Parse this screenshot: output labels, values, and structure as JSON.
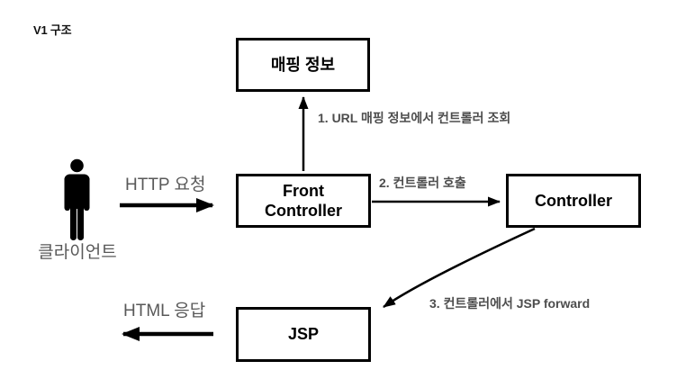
{
  "title": "V1 구조",
  "actor": {
    "label": "클라이언트"
  },
  "nodes": {
    "mapping": {
      "label": "매핑 정보"
    },
    "front_controller": {
      "label": "Front\nController"
    },
    "controller": {
      "label": "Controller"
    },
    "jsp": {
      "label": "JSP"
    }
  },
  "edges": {
    "http_request": {
      "label": "HTTP 요청"
    },
    "lookup": {
      "label": "1. URL 매핑 정보에서 컨트롤러 조회"
    },
    "call": {
      "label": "2. 컨트롤러 호출"
    },
    "forward": {
      "label": "3. 컨트롤러에서 JSP forward"
    },
    "html_response": {
      "label": "HTML 응답"
    }
  },
  "colors": {
    "box_border": "#000000",
    "box_fill": "#ffffff",
    "arrow": "#000000",
    "flow_label_gray": "#595959",
    "step_label_gray": "#4d4d4d",
    "title_color": "#111111"
  }
}
